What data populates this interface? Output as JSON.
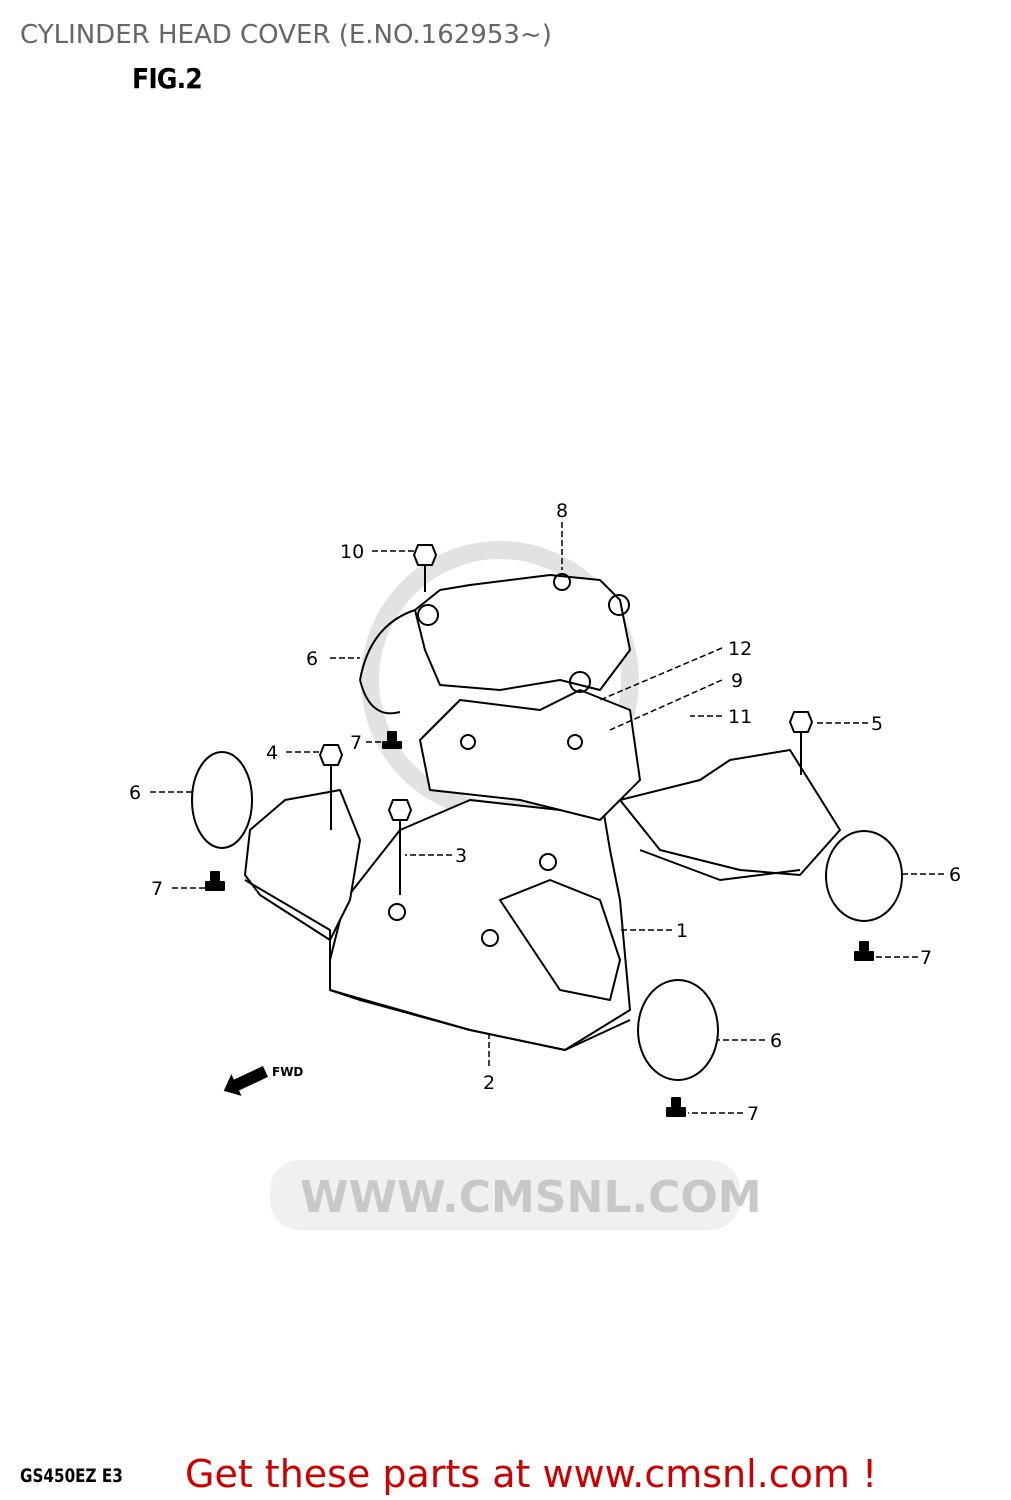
{
  "header": {
    "title": "CYLINDER HEAD COVER (E.NO.162953~)",
    "figure_label": "FIG.2"
  },
  "diagram": {
    "callouts": [
      "8",
      "10",
      "6",
      "12",
      "9",
      "11",
      "7",
      "4",
      "5",
      "6",
      "3",
      "7",
      "1",
      "6",
      "7",
      "6",
      "2",
      "7"
    ],
    "direction_marker": "FWD",
    "watermark": "WWW.CMSNL.COM"
  },
  "footer": {
    "model_code": "GS450EZ E3",
    "promo": "Get these parts at www.cmsnl.com !"
  },
  "colors": {
    "promo": "#cc0000",
    "title": "#666666",
    "line": "#000000"
  }
}
